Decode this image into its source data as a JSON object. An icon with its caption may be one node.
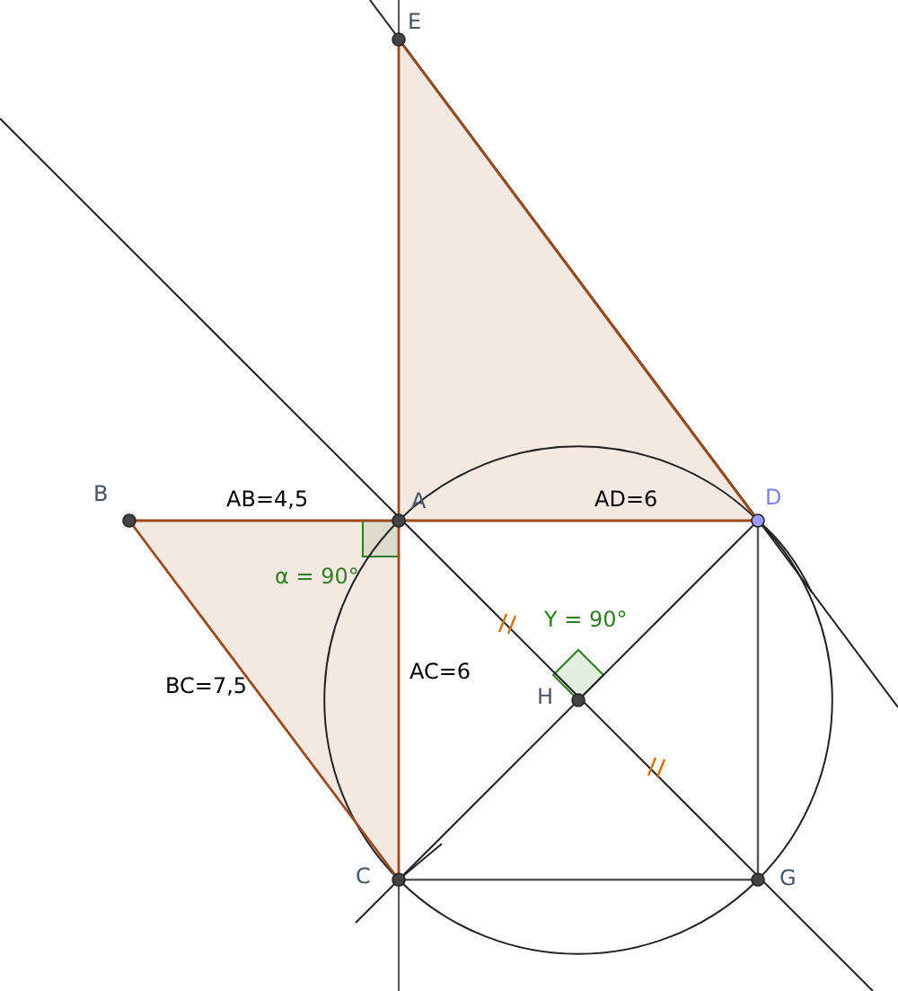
{
  "diagram": {
    "labels": [
      "E",
      "B",
      "AB=4,5",
      "A",
      "AD=6",
      "D",
      "α = 90°",
      "Y = 90°",
      "BC=7,5",
      "AC=6",
      "H",
      "C",
      "G"
    ]
  }
}
